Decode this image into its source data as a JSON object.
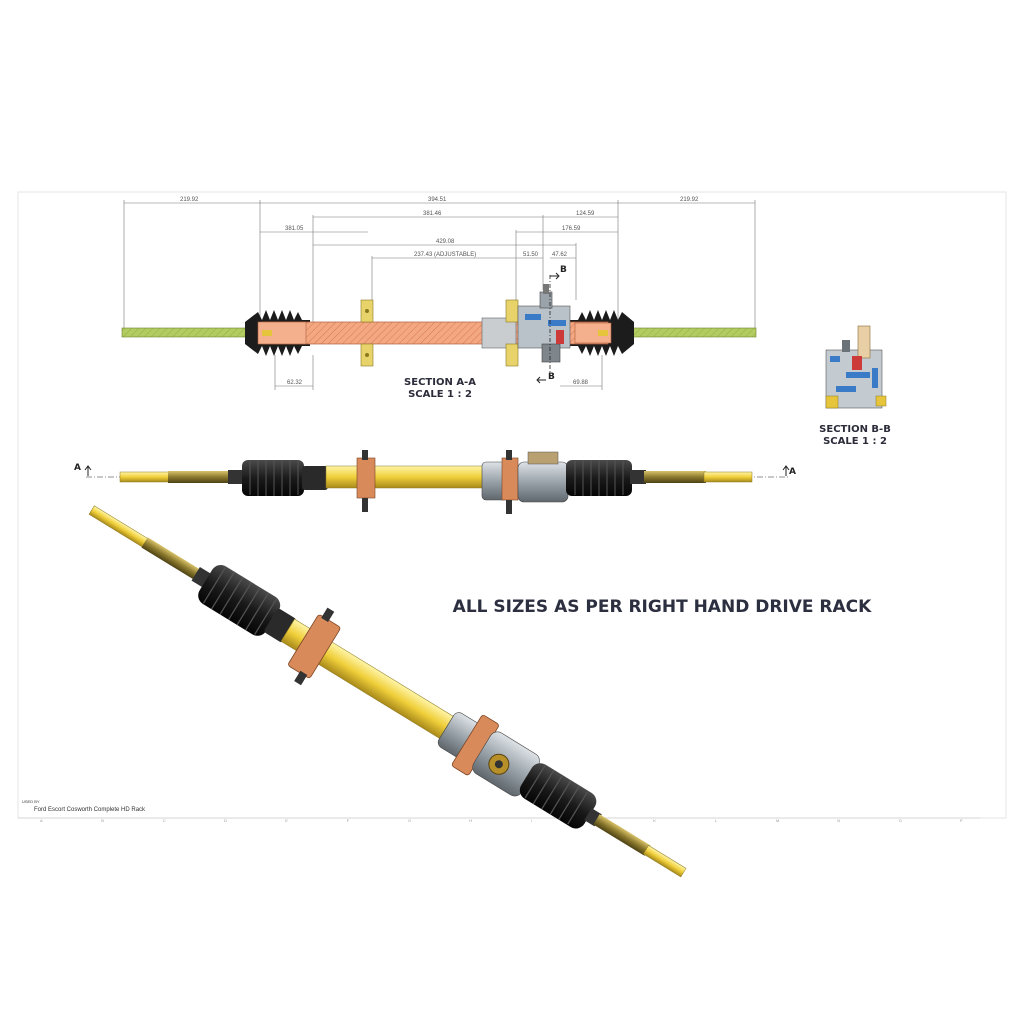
{
  "sheet": {
    "note": "ALL SIZES AS PER RIGHT HAND DRIVE RACK",
    "footer_label": "USED BY",
    "footer_title": "Ford Escort Cosworth Complete HD Rack",
    "border_letters": [
      "A",
      "B",
      "C",
      "D",
      "E",
      "F",
      "G",
      "H",
      "I",
      "J",
      "K",
      "L",
      "M",
      "N",
      "O",
      "P"
    ]
  },
  "section_aa": {
    "title": "SECTION A-A",
    "scale": "SCALE 1 : 2",
    "cut_label": "B",
    "dimensions": {
      "d1": "219.92",
      "d2": "394.51",
      "d3": "219.92",
      "d4": "381.46",
      "d5": "124.59",
      "d6": "381.05",
      "d7": "176.59",
      "d8": "429.08",
      "d9": "237.43 (ADJUSTABLE)",
      "d10": "51.50",
      "d11": "47.62",
      "d12": "62.32",
      "d13": "69.88"
    }
  },
  "section_bb": {
    "title": "SECTION B-B",
    "scale": "SCALE 1 : 2"
  },
  "side_view": {
    "cut_label": "A"
  },
  "colors": {
    "rack_yellow": "#f2d64a",
    "section_salmon": "#f0a07a",
    "tierod_green": "#a8c45a",
    "boot_black": "#1e1e1e",
    "housing_grey": "#a9b0b6",
    "clamp_copper": "#d98a5a"
  }
}
